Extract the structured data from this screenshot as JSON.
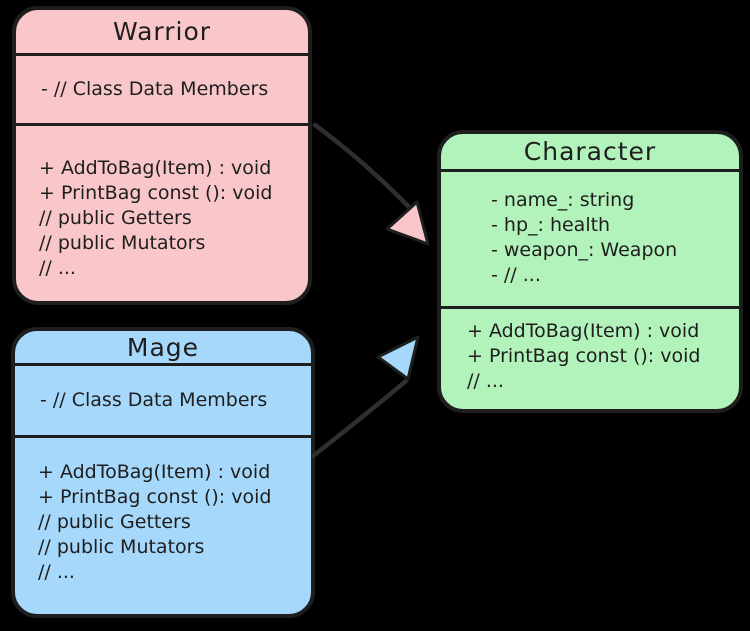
{
  "diagram": {
    "background": "#000000",
    "stroke_color": "#1e1e1e",
    "shaft_color": "#2f2f2f"
  },
  "classes": [
    {
      "title": "Warrior",
      "fill": "#f9c7ca",
      "attributes": [
        "- // Class Data Members"
      ],
      "methods": [
        "+ AddToBag(Item) : void",
        "+ PrintBag const (): void",
        "// public Getters",
        "// public Mutators",
        "// ..."
      ]
    },
    {
      "title": "Mage",
      "fill": "#a5d8fa",
      "attributes": [
        "- // Class Data Members"
      ],
      "methods": [
        "+ AddToBag(Item) : void",
        "+ PrintBag const (): void",
        "// public Getters",
        "// public Mutators",
        "// ..."
      ]
    },
    {
      "title": "Character",
      "fill": "#b2f2bb",
      "attributes": [
        "- name_: string",
        "- hp_: health",
        "- weapon_: Weapon",
        "- // ..."
      ],
      "methods": [
        "+ AddToBag(Item) : void",
        "+ PrintBag const (): void",
        "// ..."
      ]
    }
  ],
  "arrows": [
    {
      "from": "Warrior",
      "to": "Character",
      "head_fill": "#f9c7ca"
    },
    {
      "from": "Mage",
      "to": "Character",
      "head_fill": "#a5d8fa"
    }
  ]
}
